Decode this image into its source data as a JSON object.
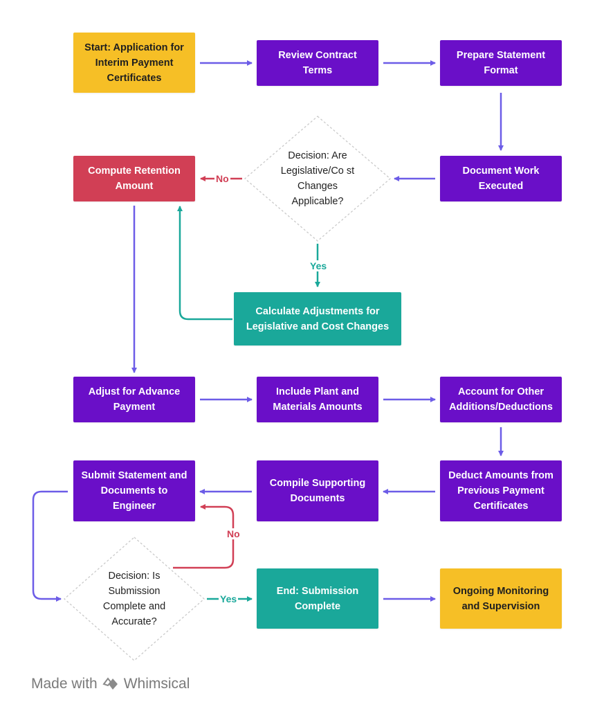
{
  "nodes": {
    "start": "Start: Application for Interim Payment Certificates",
    "review": "Review Contract Terms",
    "prepare": "Prepare Statement Format",
    "document": "Document Work Executed",
    "decision1": "Decision: Are Legislative/Co st Changes Applicable?",
    "retention": "Compute Retention Amount",
    "adjustments": "Calculate Adjustments for Legislative and Cost Changes",
    "advance": "Adjust for Advance Payment",
    "plant": "Include Plant and Materials Amounts",
    "other": "Account for Other Additions/Deductions",
    "deduct": "Deduct Amounts from Previous Payment Certificates",
    "compile": "Compile Supporting Documents",
    "submit": "Submit Statement and Documents to Engineer",
    "decision2": "Decision: Is Submission Complete and Accurate?",
    "end": "End: Submission Complete",
    "monitor": "Ongoing Monitoring and Supervision"
  },
  "edge_labels": {
    "d1_no": "No",
    "d1_yes": "Yes",
    "d2_no": "No",
    "d2_yes": "Yes"
  },
  "footer": {
    "made_with": "Made with",
    "brand": "Whimsical"
  },
  "colors": {
    "purple": "#6a0fc8",
    "yellow": "#f6bf26",
    "red": "#d13f55",
    "teal": "#1aa89a",
    "arrow_blue": "#6c5ce7"
  }
}
